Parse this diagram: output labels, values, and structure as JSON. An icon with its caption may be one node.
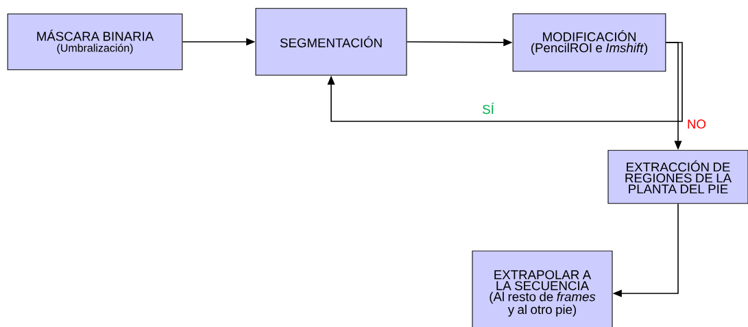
{
  "diagram": {
    "nodes": [
      {
        "text": [
          "MÁSCARA BINARIA",
          "(Umbralización)"
        ]
      },
      {
        "text": [
          "SEGMENTACIÓN"
        ]
      },
      {
        "text": [
          "MODIFICACIÓN",
          "(PencilROI e *Imshift*)"
        ]
      },
      {
        "text": [
          "EXTRACCIÓN DE REGIONES DE LA PLANTA DEL PIE"
        ]
      },
      {
        "text": [
          "EXTRAPOLAR A LA SECUENCIA",
          "(Al resto de *frames* y al otro pie)"
        ]
      }
    ],
    "edges": [
      {
        "from": 0,
        "to": 1,
        "arrow": "to"
      },
      {
        "from": 1,
        "to": 2,
        "arrow": "to"
      },
      {
        "from": 2,
        "to": 1,
        "arrow": "to",
        "label": "SÍ"
      },
      {
        "from": 2,
        "to": 3,
        "arrow": "to",
        "label": "NO"
      },
      {
        "from": 3,
        "to": 4,
        "arrow": "to"
      }
    ]
  }
}
